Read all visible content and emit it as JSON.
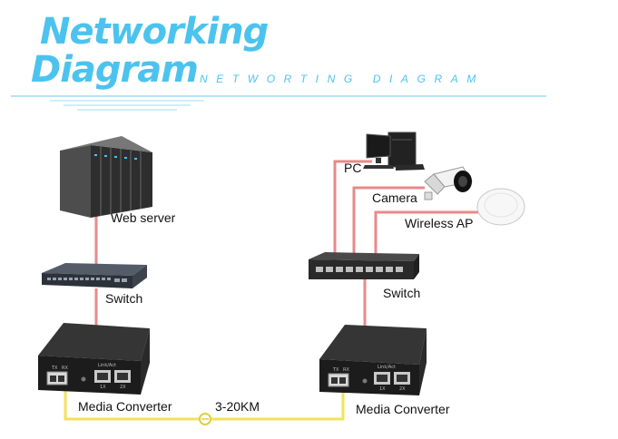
{
  "header": {
    "title_line1": "Networking",
    "title_line2": "Diagram",
    "subtitle": "NETWORTING DIAGRAM"
  },
  "left": {
    "server_label": "Web server",
    "switch_label": "Switch",
    "converter_label": "Media Converter"
  },
  "right": {
    "pc_label": "PC",
    "camera_label": "Camera",
    "ap_label": "Wireless AP",
    "switch_label": "Switch",
    "converter_label": "Media Converter"
  },
  "link": {
    "distance_label": "3-20KM"
  },
  "colors": {
    "accent": "#4cc3ee",
    "ethernet": "#e88a8a",
    "fiber": "#f3e35a"
  }
}
